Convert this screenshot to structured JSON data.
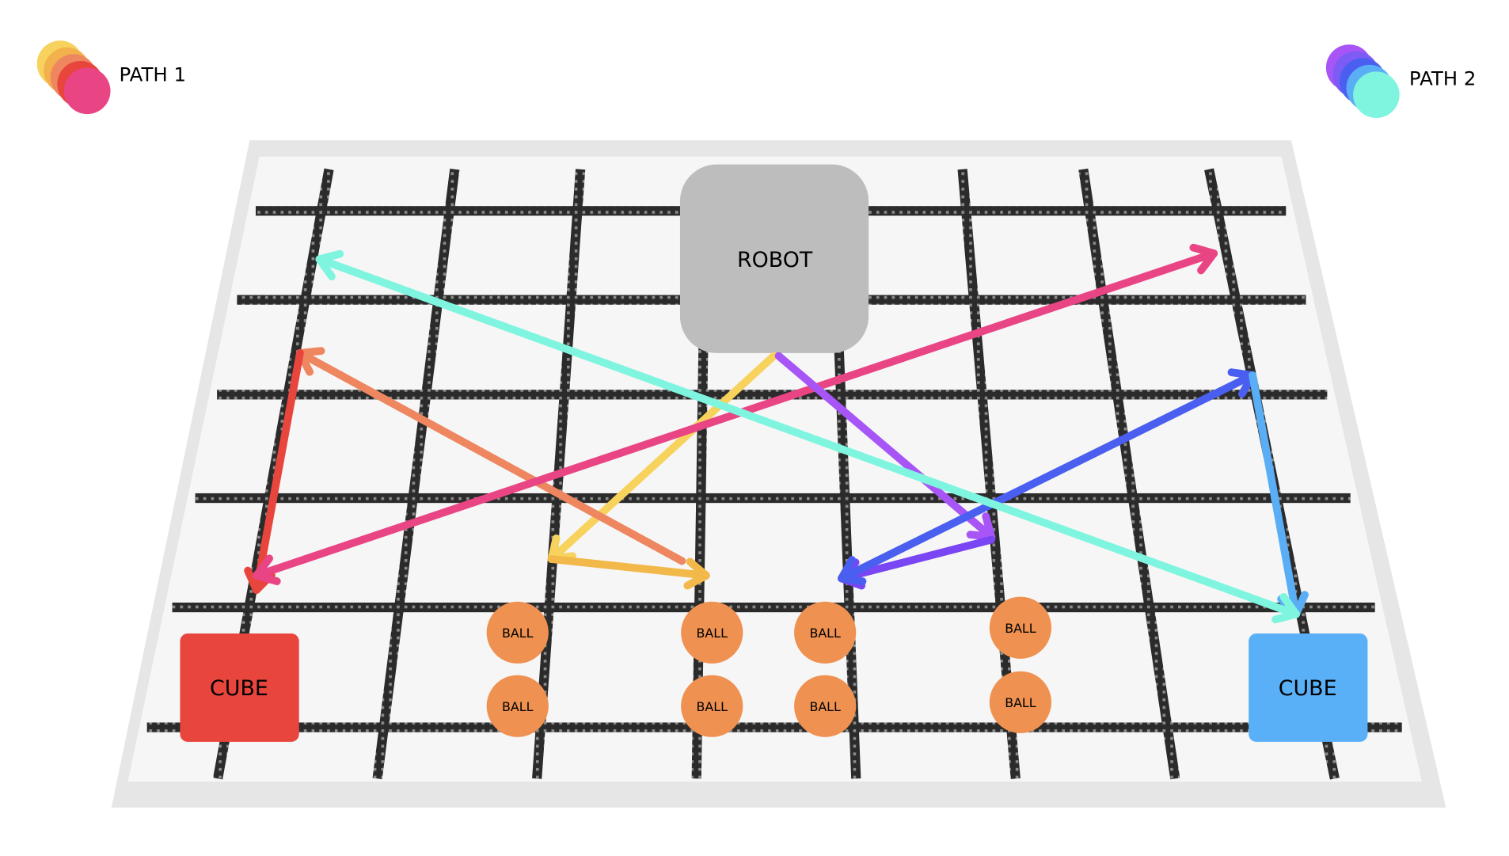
{
  "legend": [
    {
      "label": "PATH 1",
      "colors": [
        "#f7d25c",
        "#f2b14c",
        "#ee8660",
        "#e8453c",
        "#e94585"
      ]
    },
    {
      "label": "PATH 2",
      "colors": [
        "#a855f7",
        "#7c5cf5",
        "#4a5ff0",
        "#5aaef5",
        "#7ff5df"
      ]
    }
  ],
  "robot": {
    "label": "ROBOT",
    "color": "#bdbdbd"
  },
  "cubes": [
    {
      "label": "CUBE",
      "color": "#e8453c"
    },
    {
      "label": "CUBE",
      "color": "#5ab0f7"
    }
  ],
  "ball": {
    "label": "BALL",
    "color": "#ef9151",
    "count": 8
  },
  "paths": {
    "path1": [
      "#f7d25c",
      "#f2b94a",
      "#ee8660",
      "#e8453c",
      "#e94585"
    ],
    "path2": [
      "#a855f7",
      "#7a45f2",
      "#4a5ff0",
      "#5aaef5",
      "#7ff5df"
    ]
  }
}
